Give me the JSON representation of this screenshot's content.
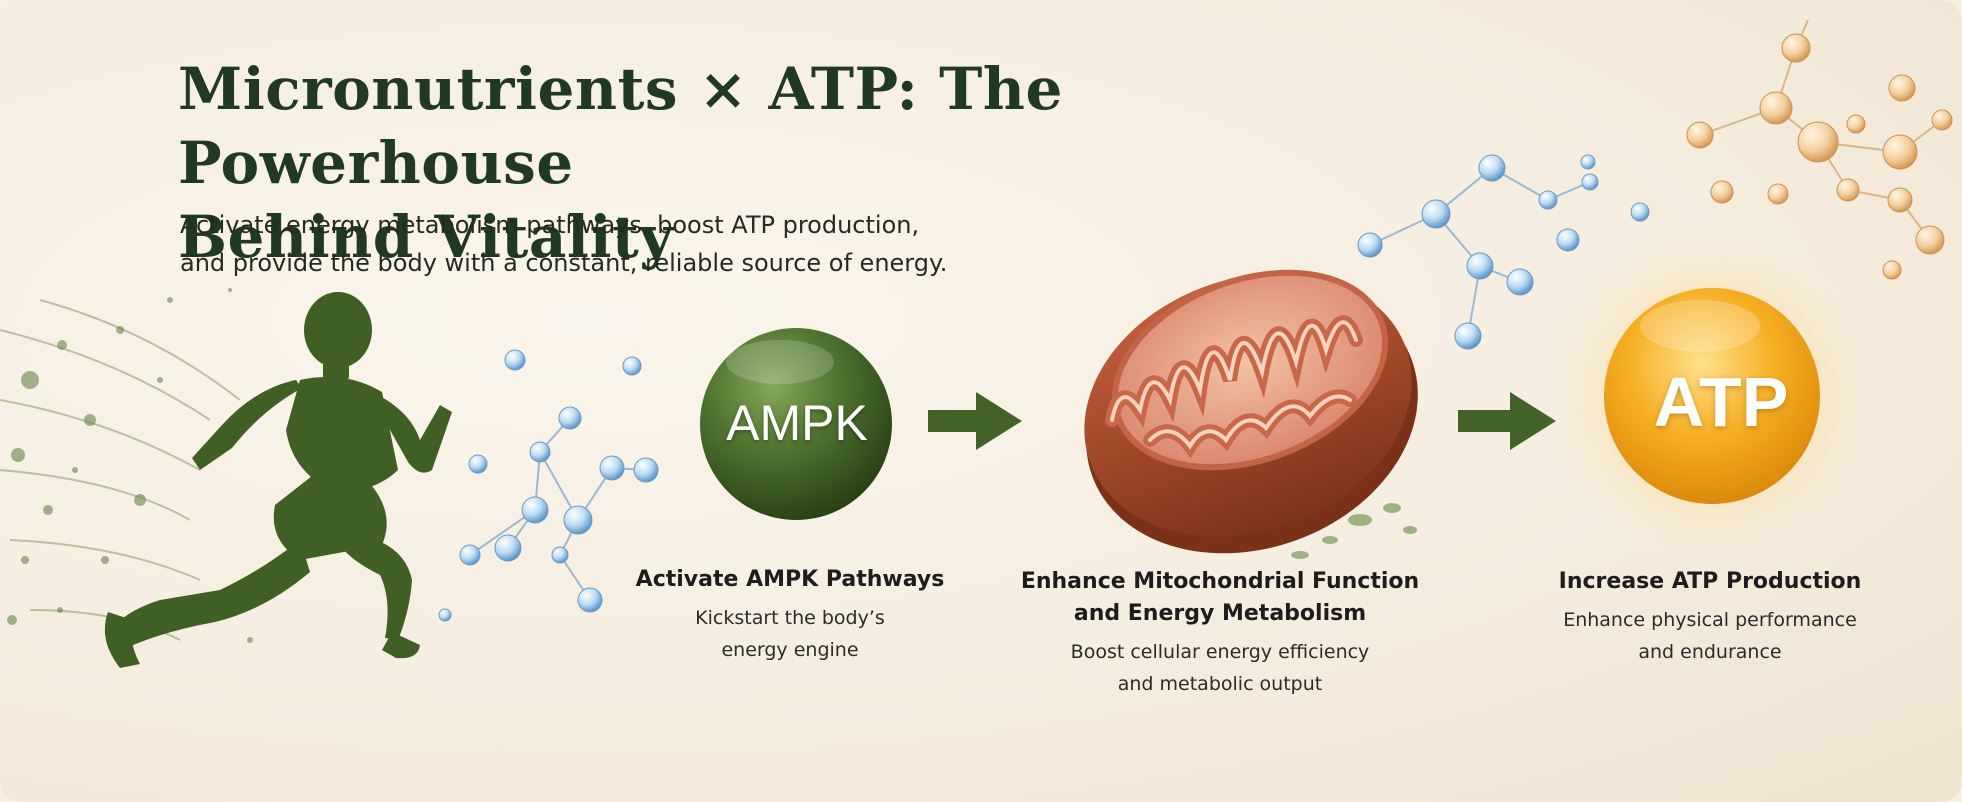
{
  "header": {
    "title_line1": "Micronutrients × ATP: The Powerhouse",
    "title_line2": "Behind Vitality",
    "subtitle_line1": "Activate energy metabolism pathways, boost ATP production,",
    "subtitle_line2": "and provide the body with a constant, reliable source of energy."
  },
  "nodes": {
    "ampk": {
      "label": "AMPK",
      "color": "#3d5f22"
    },
    "mitochondrion": {
      "color": "#a4492b"
    },
    "atp": {
      "label": "ATP",
      "color": "#f0a21a"
    }
  },
  "steps": [
    {
      "heading": "Activate AMPK Pathways",
      "description": "Kickstart the body’s\nenergy engine"
    },
    {
      "heading": "Enhance Mitochondrial Function\nand Energy Metabolism",
      "description": "Boost cellular energy efficiency\nand metabolic output"
    },
    {
      "heading": "Increase ATP Production",
      "description": "Enhance physical performance\nand endurance"
    }
  ],
  "colors": {
    "accent_green": "#3f5f25",
    "title_green": "#1f3a20",
    "background": "#f6efe2",
    "molecule_blue": "#7ab2e0",
    "molecule_gold": "#e8b57a"
  },
  "icons": [
    "runner-icon",
    "molecule-icon",
    "arrow-right-icon"
  ]
}
